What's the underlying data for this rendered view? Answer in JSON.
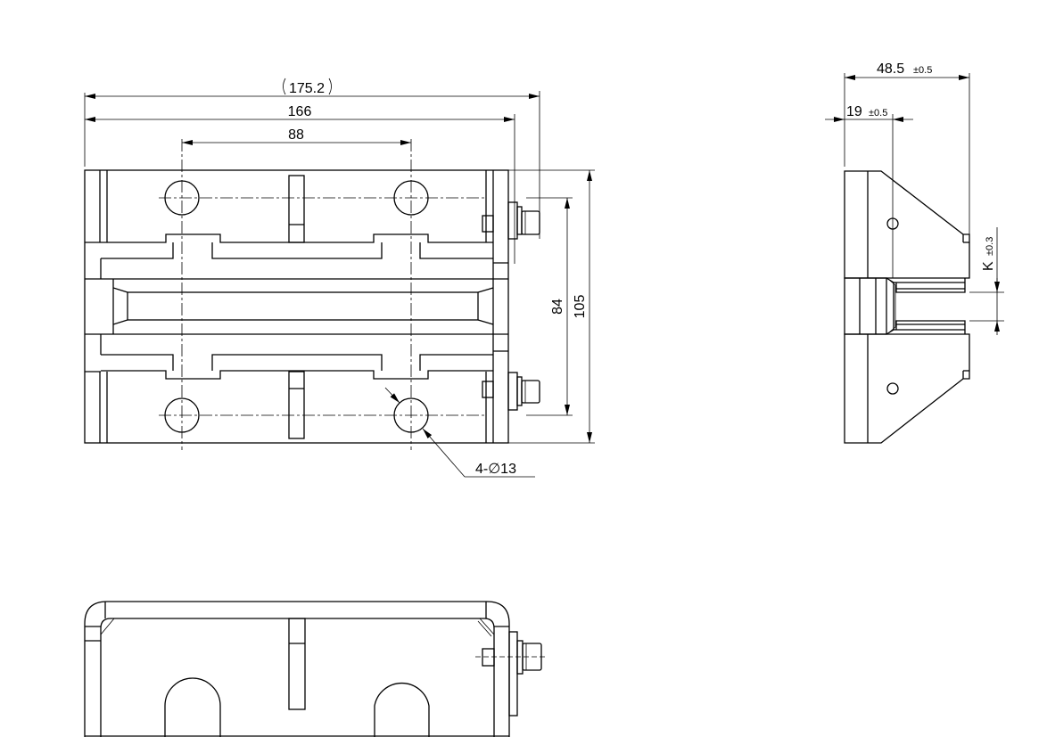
{
  "drawing": {
    "front_view": {
      "dim_overall_ref": "175.2",
      "dim_length": "166",
      "dim_hole_spacing_x": "88",
      "dim_hole_spacing_y": "84",
      "dim_height": "105",
      "hole_callout": "4-∅13"
    },
    "side_view": {
      "dim_depth": "48.5",
      "dim_depth_tol": "±0.5",
      "dim_offset": "19",
      "dim_offset_tol": "±0.5",
      "dim_gap": "K",
      "dim_gap_tol": "±0.3"
    }
  }
}
